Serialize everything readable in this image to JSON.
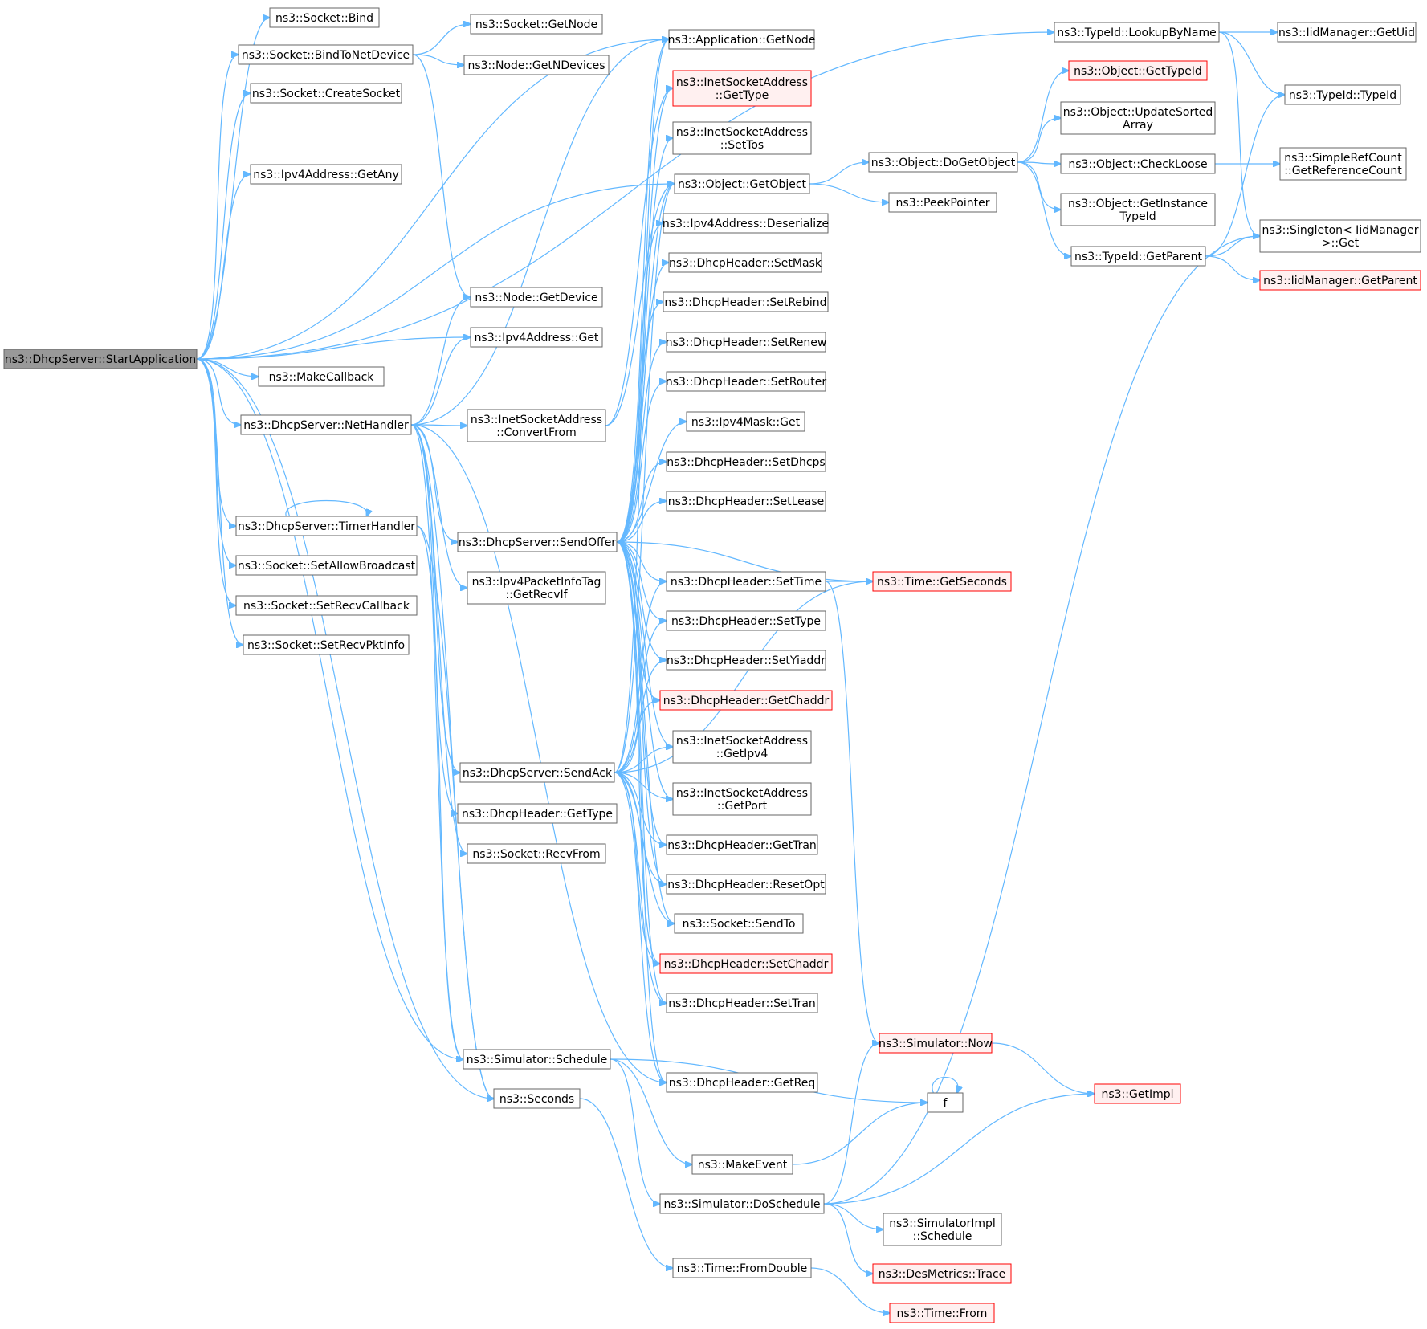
{
  "colors": {
    "edge": "#63b8ff",
    "node_border": "#666666",
    "red_border": "#ff0000",
    "red_fill": "#fff0f0",
    "root_fill": "#999999",
    "node_fill": "#ffffff"
  },
  "nodes": [
    {
      "id": "startapp",
      "lines": [
        "ns3::DhcpServer::StartApplication"
      ],
      "style": "root"
    },
    {
      "id": "bind",
      "lines": [
        "ns3::Socket::Bind"
      ],
      "style": "normal"
    },
    {
      "id": "bindtonet",
      "lines": [
        "ns3::Socket::BindToNetDevice"
      ],
      "style": "normal"
    },
    {
      "id": "createsocket",
      "lines": [
        "ns3::Socket::CreateSocket"
      ],
      "style": "normal"
    },
    {
      "id": "ipv4getany",
      "lines": [
        "ns3::Ipv4Address::GetAny"
      ],
      "style": "normal"
    },
    {
      "id": "nethandler",
      "lines": [
        "ns3::DhcpServer::NetHandler"
      ],
      "style": "normal"
    },
    {
      "id": "timerhandler",
      "lines": [
        "ns3::DhcpServer::TimerHandler"
      ],
      "style": "normal"
    },
    {
      "id": "setallowbc",
      "lines": [
        "ns3::Socket::SetAllowBroadcast"
      ],
      "style": "normal"
    },
    {
      "id": "setrecvcb",
      "lines": [
        "ns3::Socket::SetRecvCallback"
      ],
      "style": "normal"
    },
    {
      "id": "setrecvpkt",
      "lines": [
        "ns3::Socket::SetRecvPktInfo"
      ],
      "style": "normal"
    },
    {
      "id": "sockgetnode",
      "lines": [
        "ns3::Socket::GetNode"
      ],
      "style": "normal"
    },
    {
      "id": "nodegetndev",
      "lines": [
        "ns3::Node::GetNDevices"
      ],
      "style": "normal"
    },
    {
      "id": "nodegetdev",
      "lines": [
        "ns3::Node::GetDevice"
      ],
      "style": "normal"
    },
    {
      "id": "ipv4get",
      "lines": [
        "ns3::Ipv4Address::Get"
      ],
      "style": "normal"
    },
    {
      "id": "makecb",
      "lines": [
        "ns3::MakeCallback"
      ],
      "style": "normal"
    },
    {
      "id": "convertfrom",
      "lines": [
        "ns3::InetSocketAddress",
        "::ConvertFrom"
      ],
      "style": "normal"
    },
    {
      "id": "sendoffer",
      "lines": [
        "ns3::DhcpServer::SendOffer"
      ],
      "style": "normal"
    },
    {
      "id": "getrecvif",
      "lines": [
        "ns3::Ipv4PacketInfoTag",
        "::GetRecvIf"
      ],
      "style": "normal"
    },
    {
      "id": "sendack",
      "lines": [
        "ns3::DhcpServer::SendAck"
      ],
      "style": "normal"
    },
    {
      "id": "hdrgettype",
      "lines": [
        "ns3::DhcpHeader::GetType"
      ],
      "style": "normal"
    },
    {
      "id": "recvfrom",
      "lines": [
        "ns3::Socket::RecvFrom"
      ],
      "style": "normal"
    },
    {
      "id": "schedule",
      "lines": [
        "ns3::Simulator::Schedule"
      ],
      "style": "normal"
    },
    {
      "id": "seconds",
      "lines": [
        "ns3::Seconds"
      ],
      "style": "normal"
    },
    {
      "id": "appgetnode",
      "lines": [
        "ns3::Application::GetNode"
      ],
      "style": "normal"
    },
    {
      "id": "isagettype",
      "lines": [
        "ns3::InetSocketAddress",
        "::GetType"
      ],
      "style": "red"
    },
    {
      "id": "isasettos",
      "lines": [
        "ns3::InetSocketAddress",
        "::SetTos"
      ],
      "style": "normal"
    },
    {
      "id": "objgetobject",
      "lines": [
        "ns3::Object::GetObject"
      ],
      "style": "normal"
    },
    {
      "id": "ipv4deser",
      "lines": [
        "ns3::Ipv4Address::Deserialize"
      ],
      "style": "normal"
    },
    {
      "id": "setmask",
      "lines": [
        "ns3::DhcpHeader::SetMask"
      ],
      "style": "normal"
    },
    {
      "id": "setrebind",
      "lines": [
        "ns3::DhcpHeader::SetRebind"
      ],
      "style": "normal"
    },
    {
      "id": "setrenew",
      "lines": [
        "ns3::DhcpHeader::SetRenew"
      ],
      "style": "normal"
    },
    {
      "id": "setrouter",
      "lines": [
        "ns3::DhcpHeader::SetRouter"
      ],
      "style": "normal"
    },
    {
      "id": "maskget",
      "lines": [
        "ns3::Ipv4Mask::Get"
      ],
      "style": "normal"
    },
    {
      "id": "setdhcps",
      "lines": [
        "ns3::DhcpHeader::SetDhcps"
      ],
      "style": "normal"
    },
    {
      "id": "setlease",
      "lines": [
        "ns3::DhcpHeader::SetLease"
      ],
      "style": "normal"
    },
    {
      "id": "settime",
      "lines": [
        "ns3::DhcpHeader::SetTime"
      ],
      "style": "normal"
    },
    {
      "id": "settype",
      "lines": [
        "ns3::DhcpHeader::SetType"
      ],
      "style": "normal"
    },
    {
      "id": "setyiaddr",
      "lines": [
        "ns3::DhcpHeader::SetYiaddr"
      ],
      "style": "normal"
    },
    {
      "id": "getchaddr",
      "lines": [
        "ns3::DhcpHeader::GetChaddr"
      ],
      "style": "red"
    },
    {
      "id": "isagetipv4",
      "lines": [
        "ns3::InetSocketAddress",
        "::GetIpv4"
      ],
      "style": "normal"
    },
    {
      "id": "isagetport",
      "lines": [
        "ns3::InetSocketAddress",
        "::GetPort"
      ],
      "style": "normal"
    },
    {
      "id": "gettran",
      "lines": [
        "ns3::DhcpHeader::GetTran"
      ],
      "style": "normal"
    },
    {
      "id": "resetopt",
      "lines": [
        "ns3::DhcpHeader::ResetOpt"
      ],
      "style": "normal"
    },
    {
      "id": "sendto",
      "lines": [
        "ns3::Socket::SendTo"
      ],
      "style": "normal"
    },
    {
      "id": "setchaddr",
      "lines": [
        "ns3::DhcpHeader::SetChaddr"
      ],
      "style": "red"
    },
    {
      "id": "settran",
      "lines": [
        "ns3::DhcpHeader::SetTran"
      ],
      "style": "normal"
    },
    {
      "id": "getreq",
      "lines": [
        "ns3::DhcpHeader::GetReq"
      ],
      "style": "normal"
    },
    {
      "id": "makeevent",
      "lines": [
        "ns3::MakeEvent"
      ],
      "style": "normal"
    },
    {
      "id": "doschedule",
      "lines": [
        "ns3::Simulator::DoSchedule"
      ],
      "style": "normal"
    },
    {
      "id": "fromdouble",
      "lines": [
        "ns3::Time::FromDouble"
      ],
      "style": "normal"
    },
    {
      "id": "lookupbyname",
      "lines": [
        "ns3::TypeId::LookupByName"
      ],
      "style": "normal"
    },
    {
      "id": "dogetobject",
      "lines": [
        "ns3::Object::DoGetObject"
      ],
      "style": "normal"
    },
    {
      "id": "peekpointer",
      "lines": [
        "ns3::PeekPointer"
      ],
      "style": "normal"
    },
    {
      "id": "timegetseconds",
      "lines": [
        "ns3::Time::GetSeconds"
      ],
      "style": "red"
    },
    {
      "id": "simnow",
      "lines": [
        "ns3::Simulator::Now"
      ],
      "style": "red"
    },
    {
      "id": "f",
      "lines": [
        "f"
      ],
      "style": "normal"
    },
    {
      "id": "implschedule",
      "lines": [
        "ns3::SimulatorImpl",
        "::Schedule"
      ],
      "style": "normal"
    },
    {
      "id": "destrace",
      "lines": [
        "ns3::DesMetrics::Trace"
      ],
      "style": "red"
    },
    {
      "id": "timefrom",
      "lines": [
        "ns3::Time::From"
      ],
      "style": "red"
    },
    {
      "id": "objgettypeid",
      "lines": [
        "ns3::Object::GetTypeId"
      ],
      "style": "red"
    },
    {
      "id": "updatesorted",
      "lines": [
        "ns3::Object::UpdateSorted",
        "Array"
      ],
      "style": "normal"
    },
    {
      "id": "checkloose",
      "lines": [
        "ns3::Object::CheckLoose"
      ],
      "style": "normal"
    },
    {
      "id": "getinsttypeid",
      "lines": [
        "ns3::Object::GetInstance",
        "TypeId"
      ],
      "style": "normal"
    },
    {
      "id": "getparent",
      "lines": [
        "ns3::TypeId::GetParent"
      ],
      "style": "normal"
    },
    {
      "id": "getimpl",
      "lines": [
        "ns3::GetImpl"
      ],
      "style": "red"
    },
    {
      "id": "iidgetuid",
      "lines": [
        "ns3::IidManager::GetUid"
      ],
      "style": "normal"
    },
    {
      "id": "typeidtypeid",
      "lines": [
        "ns3::TypeId::TypeId"
      ],
      "style": "normal"
    },
    {
      "id": "refcount",
      "lines": [
        "ns3::SimpleRefCount",
        "::GetReferenceCount"
      ],
      "style": "normal"
    },
    {
      "id": "singletonget",
      "lines": [
        "ns3::Singleton< IidManager",
        ">::Get"
      ],
      "style": "normal"
    },
    {
      "id": "iidgetparent",
      "lines": [
        "ns3::IidManager::GetParent"
      ],
      "style": "red"
    }
  ]
}
